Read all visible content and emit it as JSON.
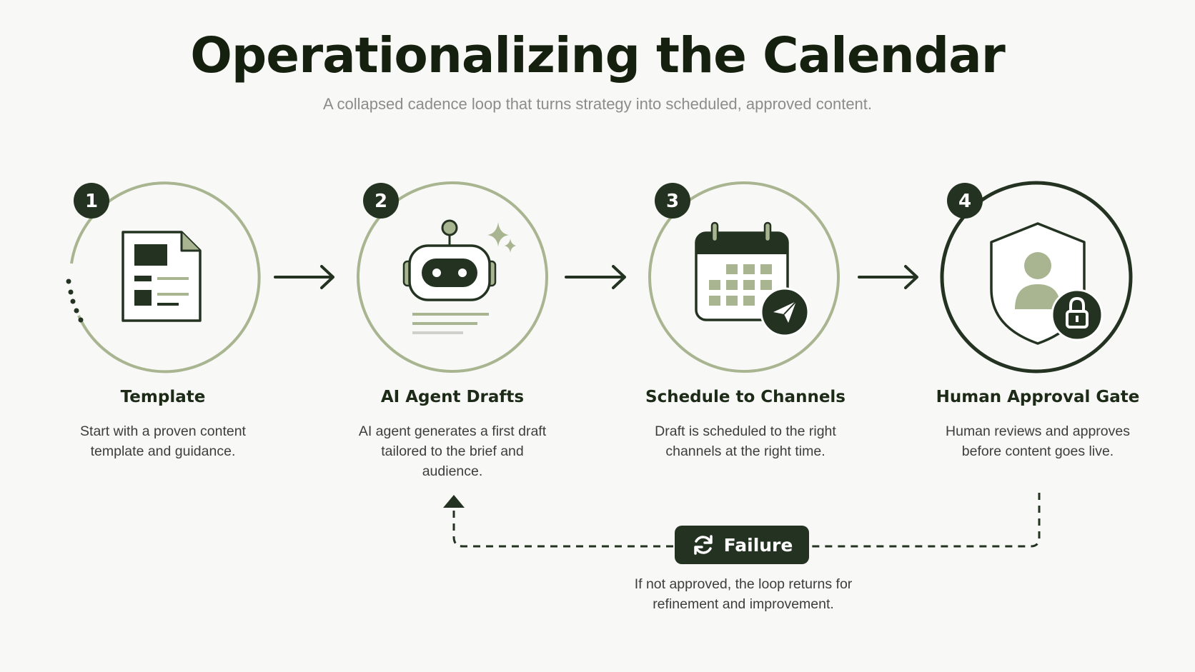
{
  "header": {
    "title": "Operationalizing the Calendar",
    "subtitle": "A collapsed cadence loop that turns strategy into scheduled, approved content."
  },
  "steps": [
    {
      "number": "1",
      "title": "Template",
      "description": "Start with a proven content template and guidance.",
      "icon": "document-icon"
    },
    {
      "number": "2",
      "title": "AI Agent Drafts",
      "description": "AI agent generates a first draft tailored to the brief and audience.",
      "icon": "robot-icon"
    },
    {
      "number": "3",
      "title": "Schedule to Channels",
      "description": "Draft is scheduled to the right channels at the right time.",
      "icon": "calendar-send-icon"
    },
    {
      "number": "4",
      "title": "Human Approval Gate",
      "description": "Human reviews and approves before content goes live.",
      "icon": "shield-user-lock-icon"
    }
  ],
  "failure_loop": {
    "label": "Failure",
    "description": "If not approved, the loop returns for refinement and improvement.",
    "icon": "refresh-icon"
  },
  "colors": {
    "dark_green": "#243321",
    "sage": "#a8b590",
    "background": "#f8f8f6"
  }
}
